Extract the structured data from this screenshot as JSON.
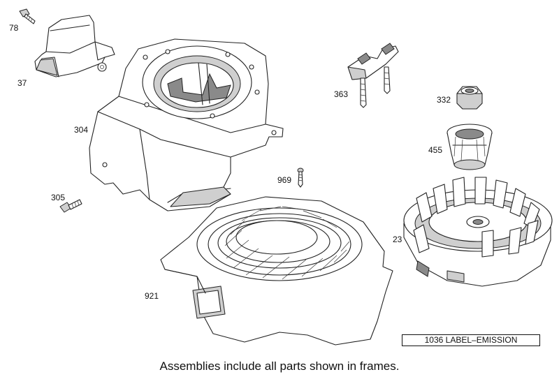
{
  "parts": [
    {
      "id": "p78",
      "number": "78"
    },
    {
      "id": "p37",
      "number": "37"
    },
    {
      "id": "p304",
      "number": "304"
    },
    {
      "id": "p305",
      "number": "305"
    },
    {
      "id": "p363",
      "number": "363"
    },
    {
      "id": "p332",
      "number": "332"
    },
    {
      "id": "p455",
      "number": "455"
    },
    {
      "id": "p969",
      "number": "969"
    },
    {
      "id": "p23",
      "number": "23"
    },
    {
      "id": "p921",
      "number": "921"
    }
  ],
  "label_box": {
    "text": "1036 LABEL–EMISSION"
  },
  "footer": {
    "text": "Assemblies include all parts shown in frames."
  },
  "colors": {
    "line": "#222222",
    "shade": "#cfcfcf",
    "dark": "#8a8a8a",
    "background": "#ffffff"
  }
}
